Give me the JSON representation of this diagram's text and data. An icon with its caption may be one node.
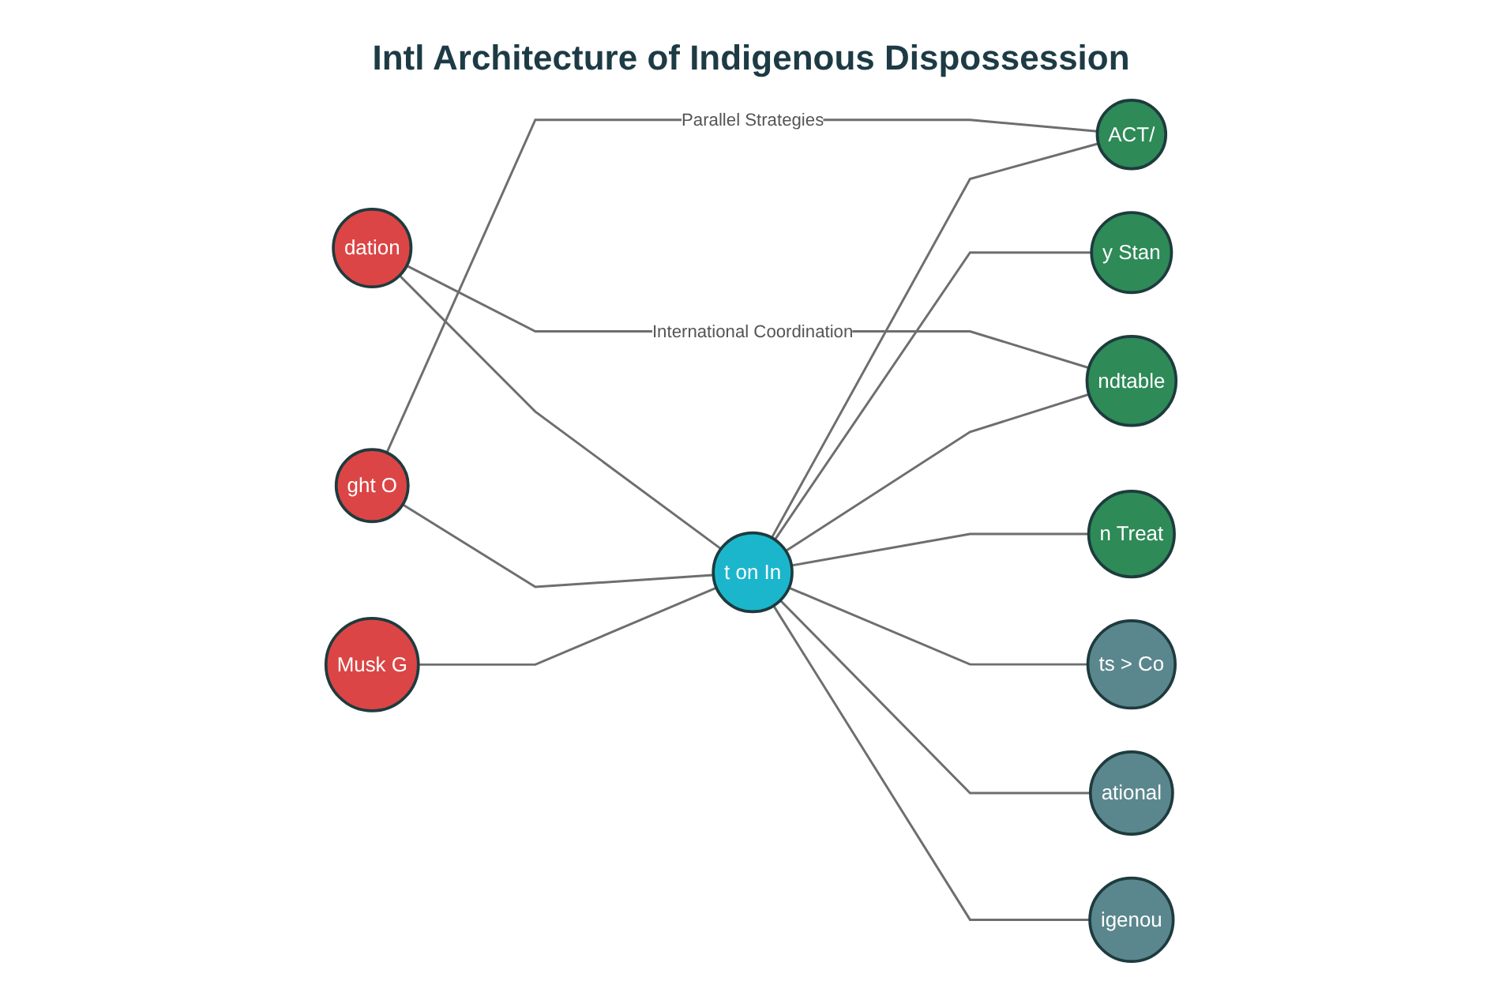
{
  "diagram": {
    "title": "Intl Architecture of Indigenous Dispossession",
    "nodes": [
      {
        "text": [
          "dation"
        ]
      },
      {
        "text": [
          "ACT/"
        ]
      },
      {
        "text": [
          "ght O"
        ]
      },
      {
        "text": [
          "y Stan"
        ]
      },
      {
        "text": [
          "t on In"
        ]
      },
      {
        "text": [
          "Musk G"
        ]
      },
      {
        "text": [
          "ndtable"
        ]
      },
      {
        "text": [
          "n Treat"
        ]
      },
      {
        "text": [
          "ts > Co"
        ]
      },
      {
        "text": [
          "igenou"
        ]
      },
      {
        "text": [
          "ational"
        ]
      }
    ],
    "edges": [
      {
        "from": 0,
        "to": 4,
        "arrow": "none"
      },
      {
        "from": 0,
        "to": 6,
        "arrow": "none",
        "label": "International Coordination"
      },
      {
        "from": 2,
        "to": 4,
        "arrow": "none"
      },
      {
        "from": 2,
        "to": 1,
        "arrow": "none",
        "label": "Parallel Strategies"
      },
      {
        "from": 5,
        "to": 4,
        "arrow": "none"
      },
      {
        "from": 4,
        "to": 1,
        "arrow": "none"
      },
      {
        "from": 4,
        "to": 3,
        "arrow": "none"
      },
      {
        "from": 4,
        "to": 6,
        "arrow": "none"
      },
      {
        "from": 4,
        "to": 7,
        "arrow": "none"
      },
      {
        "from": 4,
        "to": 8,
        "arrow": "none"
      },
      {
        "from": 4,
        "to": 10,
        "arrow": "none"
      },
      {
        "from": 4,
        "to": 9,
        "arrow": "none"
      }
    ]
  }
}
